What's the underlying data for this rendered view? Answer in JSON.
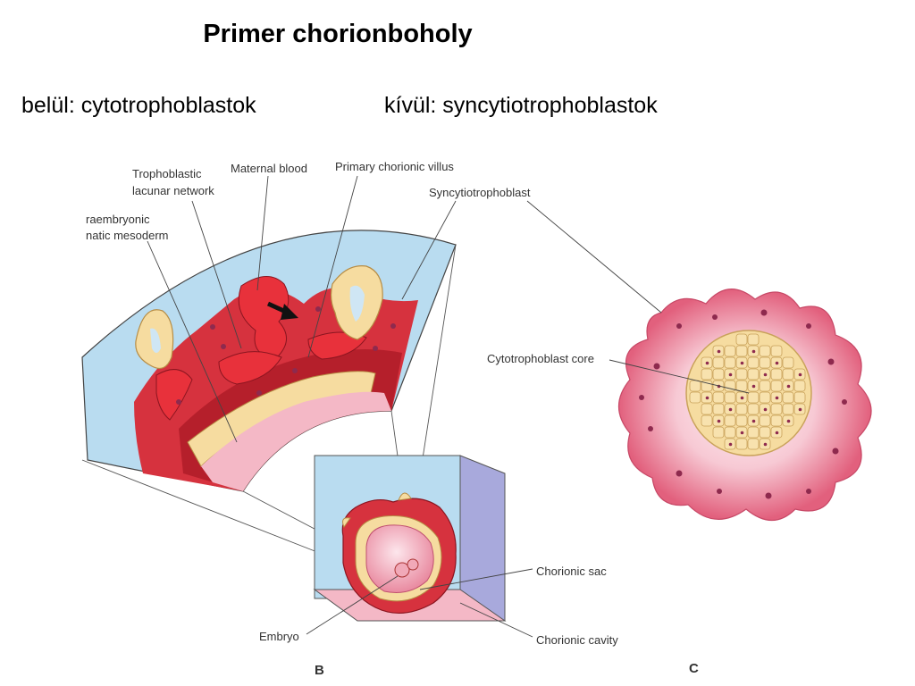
{
  "slide": {
    "title": "Primer chorionboholy",
    "caption_inside": "belül: cytotrophoblastok",
    "caption_outside": "kívül: syncytiotrophoblastok"
  },
  "figure": {
    "labels": {
      "trophoblastic_lacunar_1": "Trophoblastic",
      "trophoblastic_lacunar_2": "lacunar network",
      "maternal_blood": "Maternal blood",
      "primary_chorionic_villus": "Primary chorionic villus",
      "syncytiotrophoblast": "Syncytiotrophoblast",
      "extraembryonic_1": "raembryonic",
      "extraembryonic_2": "natic mesoderm",
      "cytotrophoblast_core": "Cytotrophoblast core",
      "chorionic_sac": "Chorionic sac",
      "chorionic_cavity": "Chorionic cavity",
      "embryo": "Embryo",
      "panel_b": "B",
      "panel_c": "C"
    },
    "colors": {
      "amniotic_blue": "#b9dcf0",
      "tissue_red": "#d6323e",
      "dark_red": "#b51f2b",
      "pink_outer": "#e56a83",
      "pink_inner": "#f4b8c6",
      "cell_yellow": "#f6dca0",
      "cell_outline": "#c9a25a",
      "nucleus": "#8e2a4e",
      "block_side": "#a8a9dc"
    }
  }
}
